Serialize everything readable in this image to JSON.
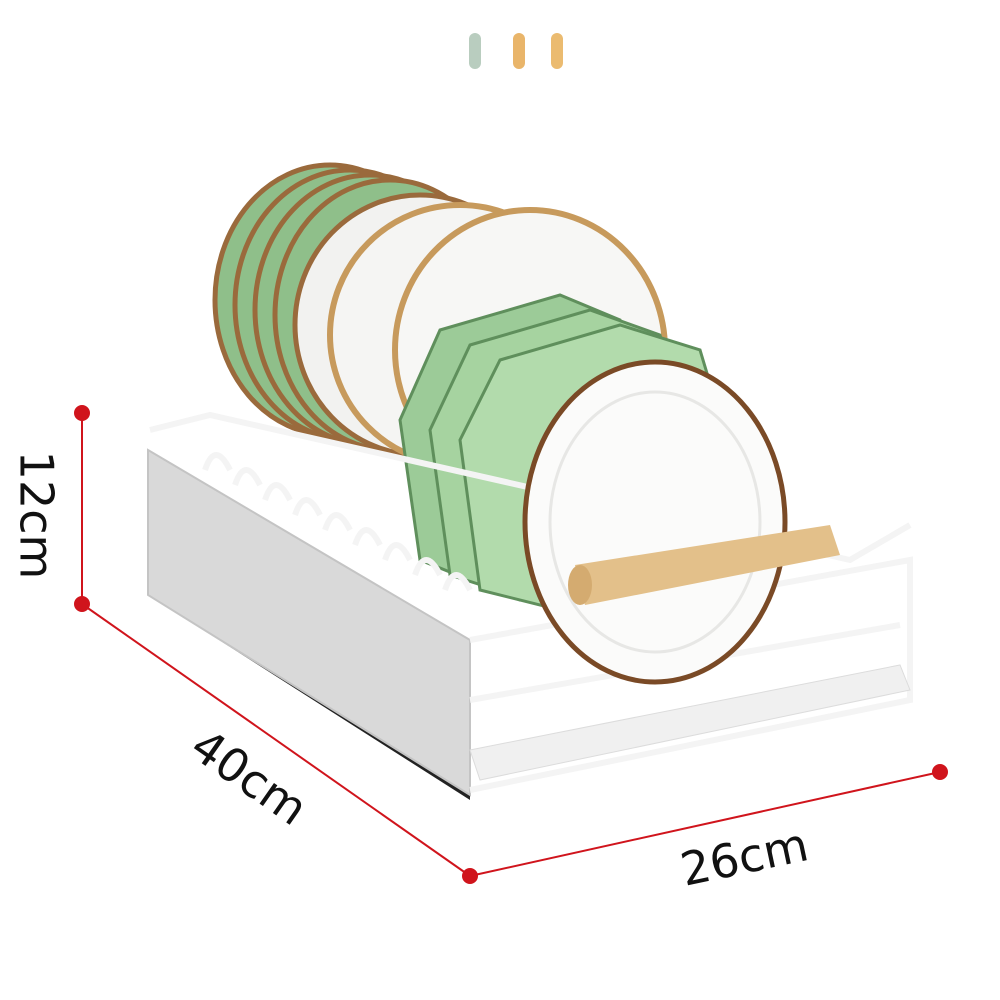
{
  "dimensions": {
    "height": "12cm",
    "depth": "40cm",
    "width": "26cm"
  },
  "colors": {
    "dimension_line": "#d0141c",
    "swatch_1": "#b9cdbf",
    "swatch_2": "#e9b56a",
    "swatch_3": "#ebbb70",
    "plate_green": "#8fbf8a",
    "plate_rim": "#9a6a3c",
    "rack_panel": "#d9d9d9",
    "wood_handle": "#e3c08a"
  }
}
